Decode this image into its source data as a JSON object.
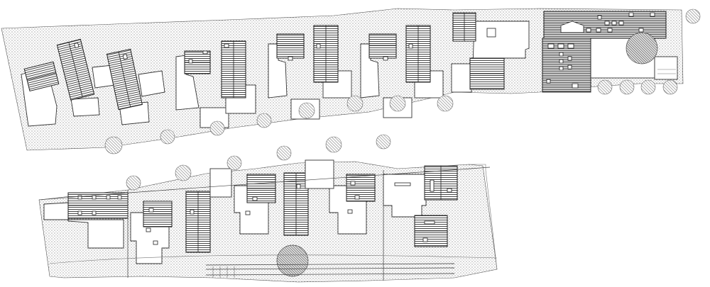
{
  "drawing": {
    "kind": "site plan",
    "rows": [
      "upper-terrace-row",
      "lower-terrace-row"
    ],
    "colors": {
      "line": "#222222",
      "stipple": "#555555",
      "background": "#ffffff"
    },
    "symbols": [
      "stippled-site-ground",
      "hatched-pitched-roof",
      "circle-hatched-tree",
      "white-courtyard"
    ]
  }
}
